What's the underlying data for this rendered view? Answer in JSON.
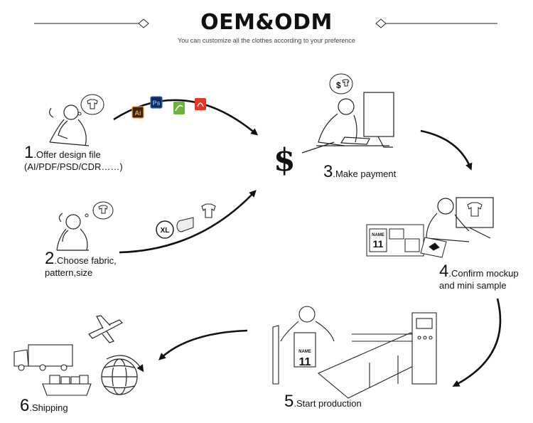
{
  "header": {
    "title": "OEM&ODM",
    "subtitle": "You can customize all the clothes according to your preference"
  },
  "steps": [
    {
      "num": "1",
      "text": ".Offer design file",
      "text2": "(AI/PDF/PSD/CDR……)"
    },
    {
      "num": "2",
      "text": ".Choose fabric,",
      "text2": "pattern,size"
    },
    {
      "num": "3",
      "text": ".Make payment"
    },
    {
      "num": "4",
      "text": ".Confirm mockup",
      "text2": "and mini sample"
    },
    {
      "num": "5",
      "text": ".Start production"
    },
    {
      "num": "6",
      "text": ".Shipping"
    }
  ],
  "payment_symbol": "$",
  "file_icons": [
    "Ai",
    "Ps"
  ],
  "jersey_labels": {
    "name": "NAME",
    "number": "11"
  },
  "icons": [
    "illustrator-icon",
    "photoshop-icon",
    "corel-icon",
    "pdf-icon",
    "size-xl-icon",
    "fabric-roll-icon",
    "tshirt-icon",
    "truck-icon",
    "airplane-icon",
    "cargo-ship-icon",
    "globe-icon"
  ],
  "colors": {
    "arrow": "#111111",
    "ai": "#f7a22e",
    "ps": "#2f6fcf",
    "corel": "#6bb33b",
    "pdf": "#e5351e"
  }
}
